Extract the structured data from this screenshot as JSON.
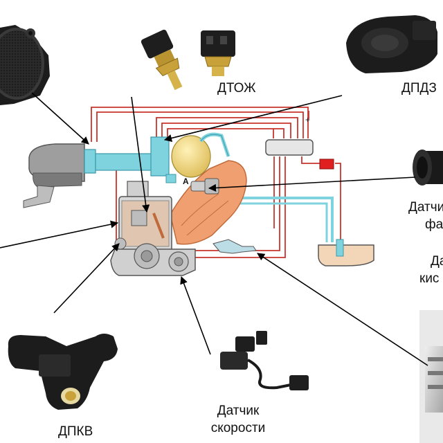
{
  "labels": {
    "dtozh": "ДТОЖ",
    "dpdz": "ДПДЗ",
    "datchik_fa_line1": "Датчи",
    "datchik_fa_line2": "фа",
    "da_kis_line1": "Да",
    "da_kis_line2": "кис",
    "dpkv": "ДПКВ",
    "speed_line1": "Датчик",
    "speed_line2": "скорости"
  },
  "schematic_marks": {
    "point_a": "A",
    "plus_sign": "+"
  },
  "colors": {
    "wire": "#c8342c",
    "air_duct": "#7ed3de",
    "exhaust": "#f0a070",
    "engine_body": "#d8d8d8",
    "sensor_dark": "#1f1f1f",
    "brass": "#c9a13a",
    "leader": "#000000"
  }
}
